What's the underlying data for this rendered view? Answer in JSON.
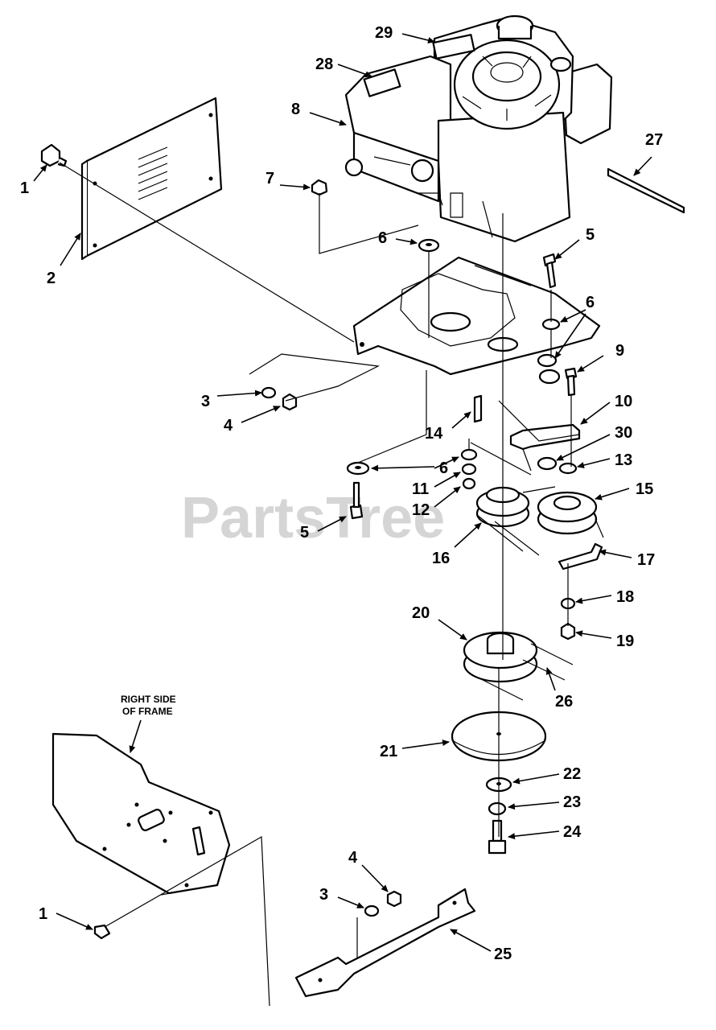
{
  "watermark": "PartsTree",
  "frame_note": {
    "line1": "RIGHT SIDE",
    "line2": "OF FRAME"
  },
  "callouts": {
    "c1a": "1",
    "c1b": "1",
    "c2": "2",
    "c3a": "3",
    "c3b": "3",
    "c4a": "4",
    "c4b": "4",
    "c5a": "5",
    "c5b": "5",
    "c6a": "6",
    "c6b": "6",
    "c6c": "6",
    "c7": "7",
    "c8": "8",
    "c9": "9",
    "c10": "10",
    "c11": "11",
    "c12": "12",
    "c13": "13",
    "c14": "14",
    "c15": "15",
    "c16": "16",
    "c17": "17",
    "c18": "18",
    "c19": "19",
    "c20": "20",
    "c21": "21",
    "c22": "22",
    "c23": "23",
    "c24": "24",
    "c25": "25",
    "c26": "26",
    "c27": "27",
    "c28": "28",
    "c29": "29",
    "c30": "30"
  }
}
